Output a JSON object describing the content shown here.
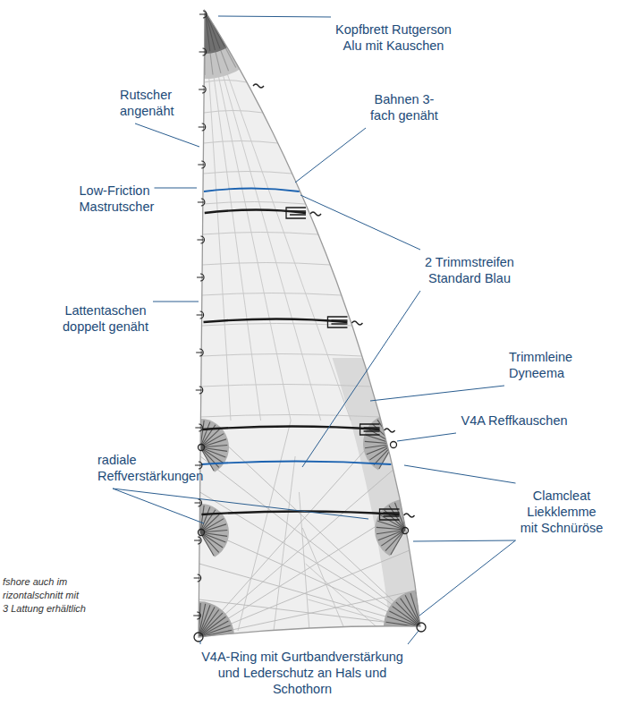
{
  "diagram": {
    "labels": [
      "Kopfbrett Rutgerson Alu mit Kauschen",
      "Rutscher angenäht",
      "Bahnen 3-fach genäht",
      "Low-Friction Mastrutscher",
      "2 Trimmstreifen Standard Blau",
      "Lattentaschen doppelt genäht",
      "Trimmleine Dyneema",
      "V4A Reffkauschen",
      "radiale Reffverstärkungen",
      "Clamcleat Liekklemme mit Schnüröse",
      "fshore auch im rizontalschnitt mit 3 Lattung erhältlich",
      "V4A-Ring mit Gurtbandverstärkung und Lederschutz an Hals und Schothorn"
    ]
  }
}
